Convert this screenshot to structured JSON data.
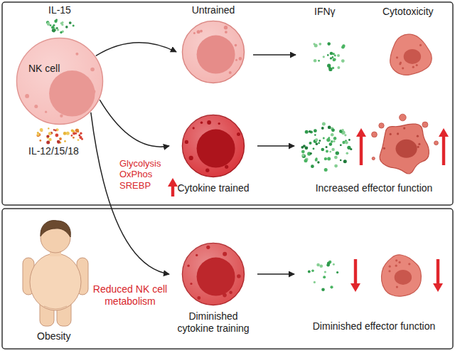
{
  "diagram": {
    "nodes": [
      {
        "text": [
          "NK cell"
        ]
      },
      {
        "text": [
          "Untrained"
        ]
      },
      {
        "text": [
          "Cytokine trained"
        ]
      },
      {
        "text": [
          "Diminished cytokine training"
        ]
      }
    ],
    "edges": [
      {
        "from": 0,
        "to": 1,
        "arrow": "to"
      },
      {
        "from": 0,
        "to": 2,
        "arrow": "to"
      },
      {
        "from": 0,
        "to": 3,
        "arrow": "to"
      }
    ],
    "labels": [
      "IL-15",
      "IL-12/15/18",
      "IFNγ",
      "Cytotoxicity",
      "Glycolysis OxPhos SREBP",
      "Increased effector function",
      "Obesity",
      "Reduced NK cell metabolism",
      "Diminished effector function"
    ]
  }
}
